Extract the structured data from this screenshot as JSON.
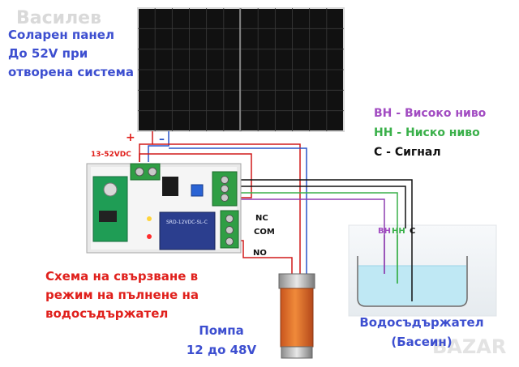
{
  "watermark_top": "Василев",
  "watermark_bottom": "BAZAR",
  "solar_panel_label": [
    "Соларен панел",
    "До 52V при",
    "отворена система"
  ],
  "legend": {
    "vh": "ВН -  Високо ниво",
    "nh": "НН -  Ниско ниво",
    "c": "С   -  Сигнал"
  },
  "plus_sign": "+",
  "minus_sign": "–",
  "voltage_label": "13-52VDC",
  "relay_labels": {
    "nc": "NC",
    "com": "COM",
    "no": "NO"
  },
  "relay_module_text": "SRD-12VDC-SL-C",
  "scheme_caption": [
    "Схема на свързване в",
    "режим на  пълнене на",
    "водосъдържател"
  ],
  "pump_label": [
    "Помпа",
    "12 до 48V"
  ],
  "tank_label": [
    "Водосъдържател",
    "(Басеин)"
  ],
  "sensor_labels": {
    "vh": "ВН",
    "nh": "НН",
    "c": "С"
  },
  "colors": {
    "blue_text": "#3d4fd0",
    "red_text": "#e0201c",
    "purple": "#a24cc2",
    "green": "#3ab04a",
    "black": "#111111",
    "water": "#bfe8f4"
  }
}
